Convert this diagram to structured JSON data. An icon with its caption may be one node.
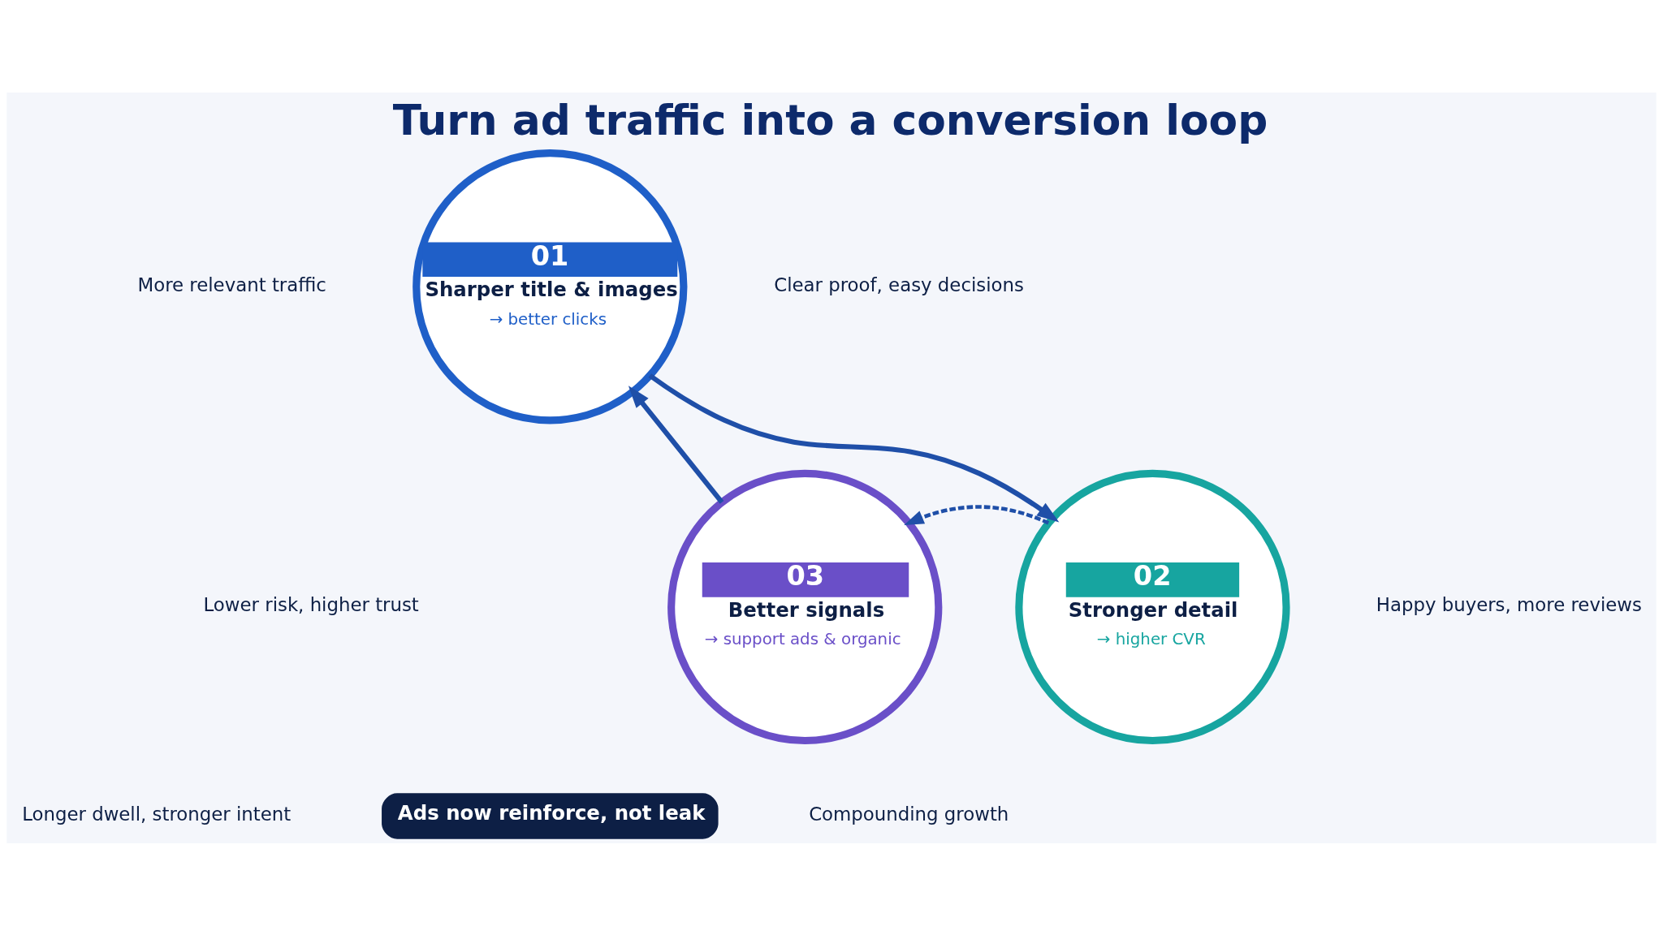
{
  "diagram": {
    "title": "Turn ad traffic into a conversion loop",
    "nodes": [
      {
        "text": [
          "01",
          "Sharper title & images",
          "→ better clicks"
        ]
      },
      {
        "text": [
          "02",
          "Stronger detail",
          "→ higher CVR"
        ]
      },
      {
        "text": [
          "03",
          "Better signals",
          "→ support ads & organic"
        ]
      },
      {
        "text": [
          "Ads now reinforce, not leak"
        ]
      }
    ],
    "edges": [
      {
        "from": 2,
        "to": 0,
        "arrow": "to"
      },
      {
        "from": 0,
        "to": 1,
        "arrow": "to"
      },
      {
        "from": 1,
        "to": 2,
        "arrow": "to",
        "style": "dashed"
      }
    ],
    "labels": [
      "More relevant traffic",
      "Clear proof, easy decisions",
      "Lower risk, higher trust",
      "Happy buyers, more reviews",
      "Longer dwell, stronger intent",
      "Compounding growth"
    ]
  }
}
